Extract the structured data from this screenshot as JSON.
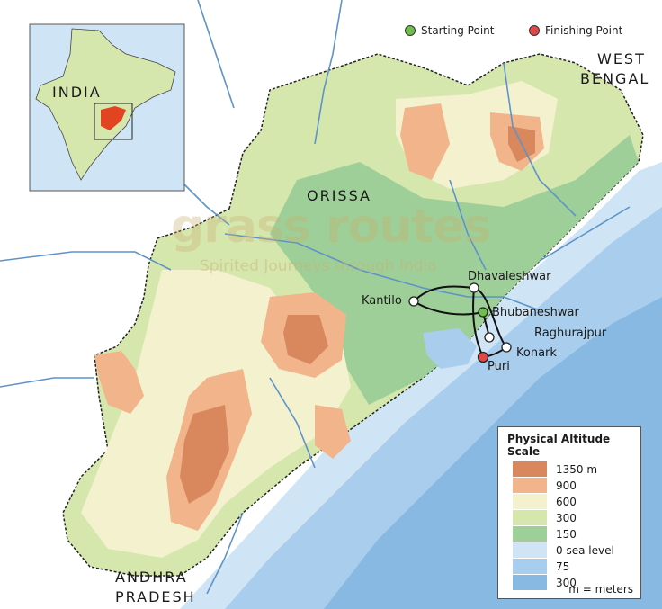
{
  "watermark": {
    "brand": "grass routes",
    "tagline": "Spirited Journeys through India"
  },
  "legend": {
    "start": {
      "label": "Starting Point",
      "color": "#6fbf4a"
    },
    "finish": {
      "label": "Finishing Point",
      "color": "#e04848"
    }
  },
  "inset": {
    "country": "INDIA"
  },
  "regions": {
    "orissa": "ORISSA",
    "west_bengal_1": "WEST",
    "west_bengal_2": "BENGAL",
    "andhra_1": "ANDHRA",
    "andhra_2": "PRADESH"
  },
  "cities": {
    "dhavaleshwar": "Dhavaleshwar",
    "kantilo": "Kantilo",
    "bhubaneshwar": "Bhubaneshwar",
    "raghurajpur": "Raghurajpur",
    "konark": "Konark",
    "puri": "Puri"
  },
  "altitude_scale": {
    "title": "Physical Altitude Scale",
    "levels": [
      {
        "label": "1350 m",
        "color": "#d9885e"
      },
      {
        "label": "900",
        "color": "#f2b48a"
      },
      {
        "label": "600",
        "color": "#f4f1cf"
      },
      {
        "label": "300",
        "color": "#d6e7ae"
      },
      {
        "label": "150",
        "color": "#9fcf98"
      },
      {
        "label": "0 sea level",
        "color": "#cfe5f6"
      },
      {
        "label": "75",
        "color": "#a9cdec"
      },
      {
        "label": "300",
        "color": "#87b9e2"
      }
    ],
    "note": "m = meters"
  },
  "colors": {
    "sea": "#a9cdec",
    "river": "#5d93c8",
    "border": "#222222",
    "route": "#111111"
  }
}
